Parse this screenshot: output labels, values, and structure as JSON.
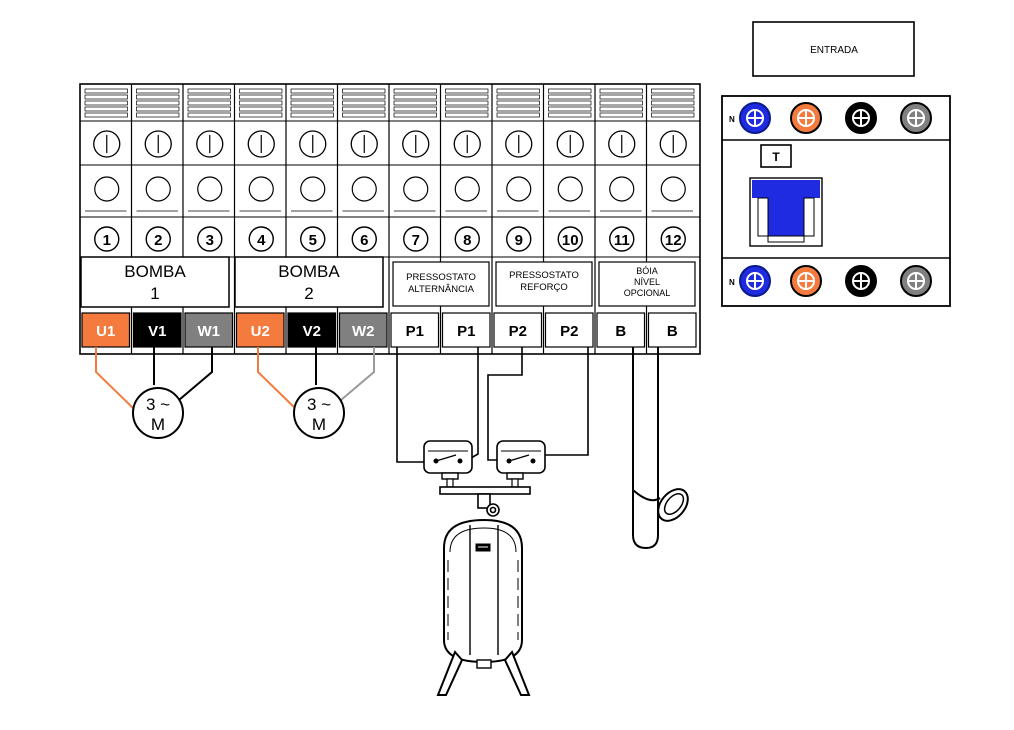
{
  "entrada_label": "ENTRADA",
  "colors": {
    "orange": "#F47B3D",
    "black": "#000000",
    "gray": "#808080",
    "blue": "#1F2BE0",
    "dark_blue": "#0A1A8C",
    "white": "#FFFFFF"
  },
  "terminals": [
    {
      "number": "1",
      "terminal": "U1",
      "color": "orange"
    },
    {
      "number": "2",
      "terminal": "V1",
      "color": "black"
    },
    {
      "number": "3",
      "terminal": "W1",
      "color": "gray"
    },
    {
      "number": "4",
      "terminal": "U2",
      "color": "orange"
    },
    {
      "number": "5",
      "terminal": "V2",
      "color": "black"
    },
    {
      "number": "6",
      "terminal": "W2",
      "color": "gray"
    },
    {
      "number": "7",
      "terminal": "P1",
      "color": "white"
    },
    {
      "number": "8",
      "terminal": "P1",
      "color": "white"
    },
    {
      "number": "9",
      "terminal": "P2",
      "color": "white"
    },
    {
      "number": "10",
      "terminal": "P2",
      "color": "white"
    },
    {
      "number": "11",
      "terminal": "B",
      "color": "white"
    },
    {
      "number": "12",
      "terminal": "B",
      "color": "white"
    }
  ],
  "groups": [
    {
      "line1": "BOMBA",
      "line2": "1"
    },
    {
      "line1": "BOMBA",
      "line2": "2"
    },
    {
      "line1": "PRESSOSTATO",
      "line2": "ALTERNÂNCIA"
    },
    {
      "line1": "PRESSOSTATO",
      "line2": "REFORÇO"
    },
    {
      "line1": "BÓIA",
      "line2": "NÍVEL",
      "line3": "OPCIONAL"
    }
  ],
  "motors": [
    {
      "line1": "3 ~",
      "line2": "M"
    },
    {
      "line1": "3 ~",
      "line2": "M"
    }
  ],
  "breaker": {
    "neutral_label_top": "N",
    "neutral_label_bottom": "N",
    "test_button_label": "T",
    "screw_colors": [
      "blue",
      "orange",
      "black",
      "gray"
    ]
  }
}
